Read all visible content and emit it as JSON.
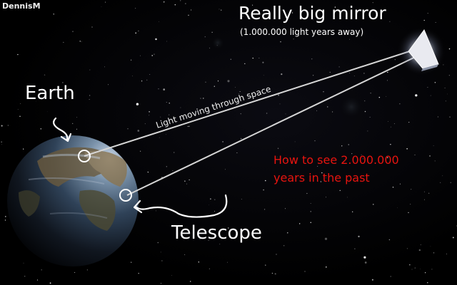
{
  "author": "DennisM",
  "earth_label": "Earth",
  "mirror": {
    "title": "Really big mirror",
    "distance": "(1.000.000 light years away)"
  },
  "light_path_label": "Light moving through space",
  "telescope_label": "Telescope",
  "caption": {
    "line1": "How to see 2.000.000",
    "line2": "years in the past"
  },
  "colors": {
    "background": "#000000",
    "text": "#ffffff",
    "caption": "#e8140f"
  }
}
